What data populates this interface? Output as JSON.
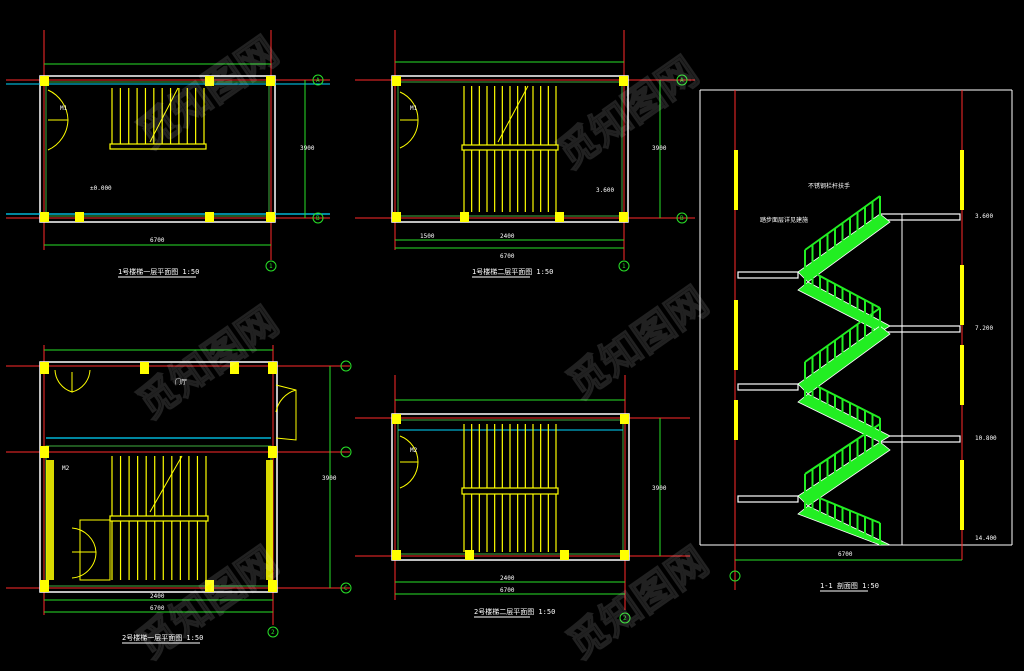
{
  "drawing": {
    "background": "#000000",
    "colors": {
      "wall": "#ffffff",
      "axis": "#ff2a2a",
      "dimension": "#28e028",
      "stair": "#ffff00",
      "glazing": "#00d8ff",
      "section_fill": "#22ee22",
      "wall_outline": "#3fae3f",
      "door": "#ffff00",
      "text": "#ffffff"
    }
  },
  "panels": {
    "plan1": {
      "title": "1号楼梯一层平面图 1:50",
      "overall_dim": "6700",
      "side_dim": "3900",
      "door_code": "M1",
      "elev": "±0.000",
      "axis_left": "A",
      "axis_right": "B",
      "axis_bottom": "1"
    },
    "plan2": {
      "title": "1号楼梯二层平面图 1:50",
      "overall_dim": "6700",
      "run_dim": "2400",
      "landing_dim": "1500",
      "side_dim": "3900",
      "door_code": "M1",
      "elev": "3.600",
      "axis_left": "A",
      "axis_right": "B",
      "axis_bottom": "1"
    },
    "plan3": {
      "title": "2号楼梯一层平面图 1:50",
      "overall_dim": "6700",
      "run_dim": "2400",
      "side_dim": "3900",
      "room_label": "门厅",
      "door_code": "M2",
      "axis_right": "C",
      "axis_bottom": "2"
    },
    "plan4": {
      "title": "2号楼梯二层平面图 1:50",
      "overall_dim": "6700",
      "run_dim": "2400",
      "side_dim": "3900",
      "door_code": "M2",
      "axis_bottom": "2"
    },
    "section": {
      "title": "1-1 剖面图 1:50",
      "overall_dim": "6700",
      "levels": [
        "3.600",
        "7.200",
        "10.800",
        "14.400"
      ],
      "note_rail": "不锈钢栏杆扶手",
      "note_tread": "踏步面层详见建施"
    }
  },
  "watermarks": [
    "觅知图网",
    "觅知图网",
    "觅知图网",
    "觅知图网",
    "觅知图网",
    "觅知图网"
  ]
}
